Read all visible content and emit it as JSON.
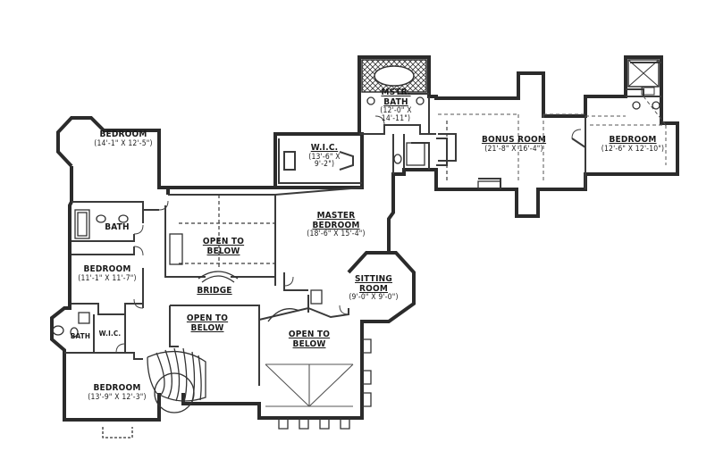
{
  "rooms": {
    "bedroom_nw": {
      "name": "BEDROOM",
      "dims": "(14'-1\" X 12'-5\")"
    },
    "bath_w": {
      "name": "BATH"
    },
    "bedroom_w": {
      "name": "BEDROOM",
      "dims": "(11'-1\" X 11'-7\")"
    },
    "bath_sw": {
      "name": "BATH"
    },
    "wic_sw": {
      "name": "W.I.C."
    },
    "bedroom_sw": {
      "name": "BEDROOM",
      "dims": "(13'-9\" X 12'-3\")"
    },
    "open_below_1": {
      "line1": "OPEN TO",
      "line2": "BELOW"
    },
    "bridge": {
      "name": "BRIDGE"
    },
    "open_below_2": {
      "line1": "OPEN TO",
      "line2": "BELOW"
    },
    "open_below_3": {
      "line1": "OPEN TO",
      "line2": "BELOW"
    },
    "wic_master": {
      "name": "W.I.C.",
      "dims1": "(13'-6\" X",
      "dims2": "9'-2\")"
    },
    "master_bedroom": {
      "line1": "MASTER",
      "line2": "BEDROOM",
      "dims": "(18'-6\" X 15'-4\")"
    },
    "sitting_room": {
      "line1": "SITTING",
      "line2": "ROOM",
      "dims": "(9'-0\" X 9'-0\")"
    },
    "master_bath": {
      "line1": "MSTR.",
      "line2": "BATH",
      "dims1": "(12'-0\" X",
      "dims2": "14'-11\")"
    },
    "bonus_room": {
      "name": "BONUS ROOM",
      "dims": "(21'-8\" X 16'-4\")"
    },
    "bedroom_e": {
      "name": "BEDROOM",
      "dims": "(12'-6\" X 12'-10\")"
    }
  },
  "colors": {
    "wall": "#2b2b2b",
    "line": "#3a3a3a",
    "background": "#ffffff"
  }
}
